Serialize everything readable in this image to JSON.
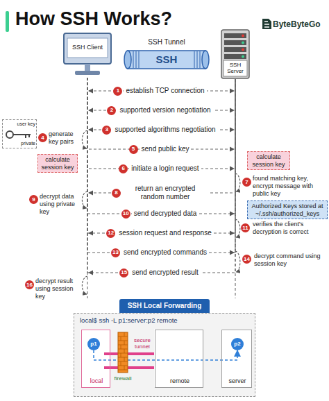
{
  "diagram": {
    "title": "How SSH Works?",
    "nodes": [
      {
        "text": [
          "SSH Client"
        ]
      },
      {
        "text": [
          "SSH Tunnel",
          "SSH"
        ]
      },
      {
        "text": [
          "SSH Server"
        ]
      },
      {
        "text": [
          "user key",
          "private"
        ]
      },
      {
        "text": [
          "calculate session key"
        ]
      },
      {
        "text": [
          "calculate session key"
        ]
      },
      {
        "text": [
          "Authorized Keys stored at ~/.ssh/authorized_keys"
        ]
      },
      {
        "text": [
          "SSH Local Forwarding"
        ]
      },
      {
        "text": [
          "local$ ssh -L p1:server:p2 remote"
        ]
      },
      {
        "text": [
          "local"
        ],
        "in": 8
      },
      {
        "text": [
          "p1"
        ],
        "in": 9
      },
      {
        "text": [
          "firewall"
        ],
        "in": 8
      },
      {
        "text": [
          "remote"
        ],
        "in": 8
      },
      {
        "text": [
          "server"
        ],
        "in": 8
      },
      {
        "text": [
          "p2"
        ],
        "in": 13
      }
    ],
    "edges": [
      {
        "from": 0,
        "to": 2,
        "arrow": "both",
        "label": "establish TCP connection"
      },
      {
        "from": 0,
        "to": 2,
        "arrow": "both",
        "label": "supported version negotiation"
      },
      {
        "from": 0,
        "to": 2,
        "arrow": "both",
        "label": "supported algorithms negotiation"
      },
      {
        "from": 0,
        "to": 2,
        "arrow": "to",
        "label": "send public key"
      },
      {
        "from": 0,
        "to": 2,
        "arrow": "to",
        "label": "initiate a login request"
      },
      {
        "from": 2,
        "to": 0,
        "arrow": "to",
        "label": "return an encrypted random number"
      },
      {
        "from": 0,
        "to": 2,
        "arrow": "to",
        "label": "send decrypted data"
      },
      {
        "from": 0,
        "to": 2,
        "arrow": "both",
        "label": "session request and response"
      },
      {
        "from": 0,
        "to": 2,
        "arrow": "to",
        "label": "send encrypted commands"
      },
      {
        "from": 2,
        "to": 0,
        "arrow": "to",
        "label": "send encrypted result"
      },
      {
        "from": 10,
        "to": 14,
        "arrow": "to"
      }
    ],
    "labels": [
      "ByteByteGo",
      "1",
      "2",
      "3",
      "4",
      "generate key pairs",
      "5",
      "6",
      "7",
      "found matching key, encrypt message with public key",
      "8",
      "9",
      "decrypt data using private key",
      "10",
      "11",
      "verifies the client's decryption is correct",
      "12",
      "13",
      "14",
      "decrypt command using session key",
      "15",
      "16",
      "decrypt result using session key",
      "secure tunnel"
    ]
  }
}
